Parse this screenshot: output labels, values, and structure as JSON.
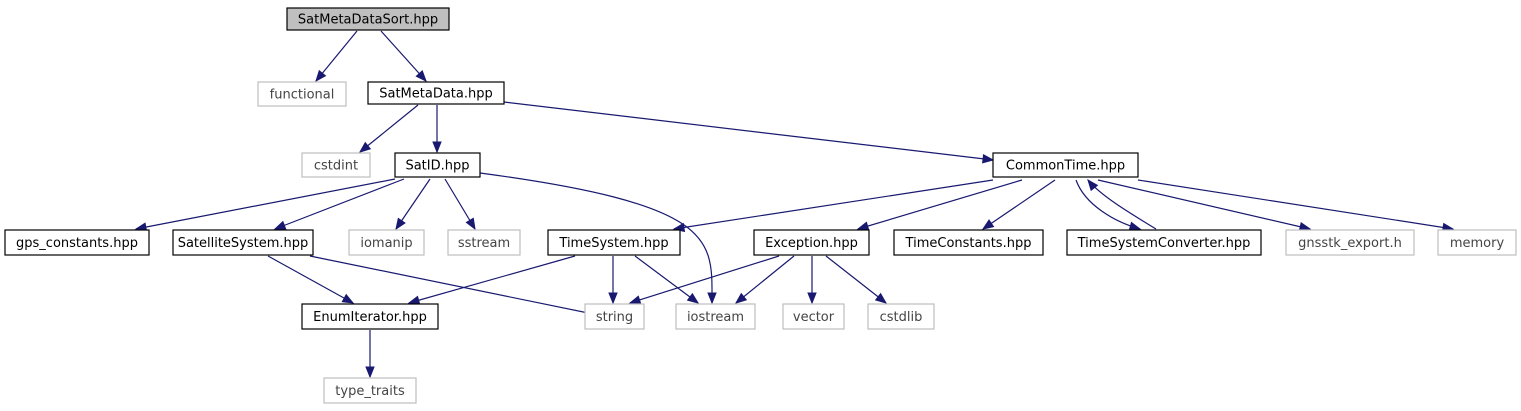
{
  "diagram": {
    "nodes": [
      {
        "id": "root",
        "label": "SatMetaDataSort.hpp",
        "kind": "root"
      },
      {
        "id": "functional",
        "label": "functional",
        "kind": "system"
      },
      {
        "id": "satmeta",
        "label": "SatMetaData.hpp",
        "kind": "local"
      },
      {
        "id": "cstdint",
        "label": "cstdint",
        "kind": "system"
      },
      {
        "id": "satid",
        "label": "SatID.hpp",
        "kind": "local"
      },
      {
        "id": "commontime",
        "label": "CommonTime.hpp",
        "kind": "local"
      },
      {
        "id": "gpsconst",
        "label": "gps_constants.hpp",
        "kind": "local"
      },
      {
        "id": "satsys",
        "label": "SatelliteSystem.hpp",
        "kind": "local"
      },
      {
        "id": "iomanip",
        "label": "iomanip",
        "kind": "system"
      },
      {
        "id": "sstream",
        "label": "sstream",
        "kind": "system"
      },
      {
        "id": "timesystem",
        "label": "TimeSystem.hpp",
        "kind": "local"
      },
      {
        "id": "exception",
        "label": "Exception.hpp",
        "kind": "local"
      },
      {
        "id": "timeconst",
        "label": "TimeConstants.hpp",
        "kind": "local"
      },
      {
        "id": "tsconv",
        "label": "TimeSystemConverter.hpp",
        "kind": "local"
      },
      {
        "id": "gnsstkexport",
        "label": "gnsstk_export.h",
        "kind": "system"
      },
      {
        "id": "memory",
        "label": "memory",
        "kind": "system"
      },
      {
        "id": "enumiter",
        "label": "EnumIterator.hpp",
        "kind": "local"
      },
      {
        "id": "string",
        "label": "string",
        "kind": "system"
      },
      {
        "id": "iostream",
        "label": "iostream",
        "kind": "system"
      },
      {
        "id": "vector",
        "label": "vector",
        "kind": "system"
      },
      {
        "id": "cstdlib",
        "label": "cstdlib",
        "kind": "system"
      },
      {
        "id": "typetraits",
        "label": "type_traits",
        "kind": "system"
      }
    ],
    "edges": [
      [
        "root",
        "functional"
      ],
      [
        "root",
        "satmeta"
      ],
      [
        "satmeta",
        "cstdint"
      ],
      [
        "satmeta",
        "satid"
      ],
      [
        "satmeta",
        "commontime"
      ],
      [
        "satid",
        "gpsconst"
      ],
      [
        "satid",
        "satsys"
      ],
      [
        "satid",
        "iomanip"
      ],
      [
        "satid",
        "sstream"
      ],
      [
        "satid",
        "iostream"
      ],
      [
        "commontime",
        "timesystem"
      ],
      [
        "commontime",
        "exception"
      ],
      [
        "commontime",
        "timeconst"
      ],
      [
        "commontime",
        "tsconv"
      ],
      [
        "commontime",
        "gnsstkexport"
      ],
      [
        "commontime",
        "memory"
      ],
      [
        "tsconv",
        "commontime"
      ],
      [
        "satsys",
        "enumiter"
      ],
      [
        "satsys",
        "string"
      ],
      [
        "timesystem",
        "enumiter"
      ],
      [
        "timesystem",
        "string"
      ],
      [
        "timesystem",
        "iostream"
      ],
      [
        "exception",
        "string"
      ],
      [
        "exception",
        "iostream"
      ],
      [
        "exception",
        "vector"
      ],
      [
        "exception",
        "cstdlib"
      ],
      [
        "enumiter",
        "typetraits"
      ]
    ],
    "colors": {
      "edge": "#191970",
      "root_fill": "#bfbfbf",
      "system_border": "#bfbfbf",
      "local_border": "#000000"
    }
  }
}
